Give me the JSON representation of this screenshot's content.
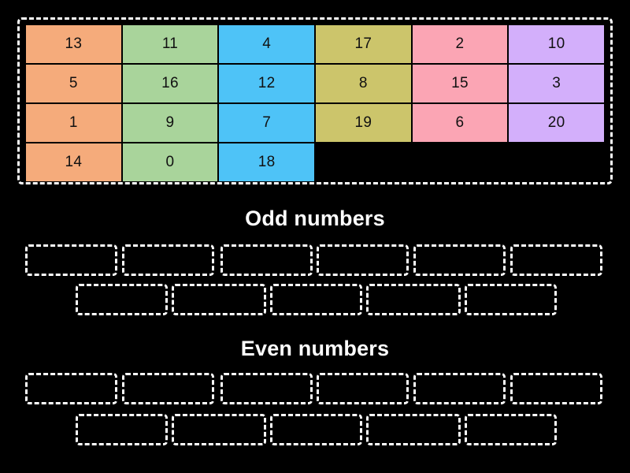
{
  "palette": {
    "background": "#000000",
    "outline": "#ffffff",
    "tile_text": "#111111",
    "column_colors": [
      "#F5AB7B",
      "#A9D49B",
      "#4EC3F7",
      "#CCC56B",
      "#FBA5B4",
      "#D3AFFB"
    ]
  },
  "source_bank": {
    "name": "number-tile-bank",
    "columns": 6,
    "rows": 4,
    "tiles": [
      {
        "value": "13",
        "color": "#F5AB7B"
      },
      {
        "value": "11",
        "color": "#A9D49B"
      },
      {
        "value": "4",
        "color": "#4EC3F7"
      },
      {
        "value": "17",
        "color": "#CCC56B"
      },
      {
        "value": "2",
        "color": "#FBA5B4"
      },
      {
        "value": "10",
        "color": "#D3AFFB"
      },
      {
        "value": "5",
        "color": "#F5AB7B"
      },
      {
        "value": "16",
        "color": "#A9D49B"
      },
      {
        "value": "12",
        "color": "#4EC3F7"
      },
      {
        "value": "8",
        "color": "#CCC56B"
      },
      {
        "value": "15",
        "color": "#FBA5B4"
      },
      {
        "value": "3",
        "color": "#D3AFFB"
      },
      {
        "value": "1",
        "color": "#F5AB7B"
      },
      {
        "value": "9",
        "color": "#A9D49B"
      },
      {
        "value": "7",
        "color": "#4EC3F7"
      },
      {
        "value": "19",
        "color": "#CCC56B"
      },
      {
        "value": "6",
        "color": "#FBA5B4"
      },
      {
        "value": "20",
        "color": "#D3AFFB"
      },
      {
        "value": "14",
        "color": "#F5AB7B"
      },
      {
        "value": "0",
        "color": "#A9D49B"
      },
      {
        "value": "18",
        "color": "#4EC3F7"
      },
      {
        "value": "",
        "color": ""
      },
      {
        "value": "",
        "color": ""
      },
      {
        "value": "",
        "color": ""
      }
    ]
  },
  "categories": [
    {
      "id": "odd",
      "title": "Odd numbers",
      "row_a_slots": [
        "",
        "",
        "",
        "",
        "",
        ""
      ],
      "row_b_slots": [
        "",
        "",
        "",
        "",
        ""
      ]
    },
    {
      "id": "even",
      "title": "Even numbers",
      "row_a_slots": [
        "",
        "",
        "",
        "",
        "",
        ""
      ],
      "row_b_slots": [
        "",
        "",
        "",
        "",
        ""
      ]
    }
  ]
}
